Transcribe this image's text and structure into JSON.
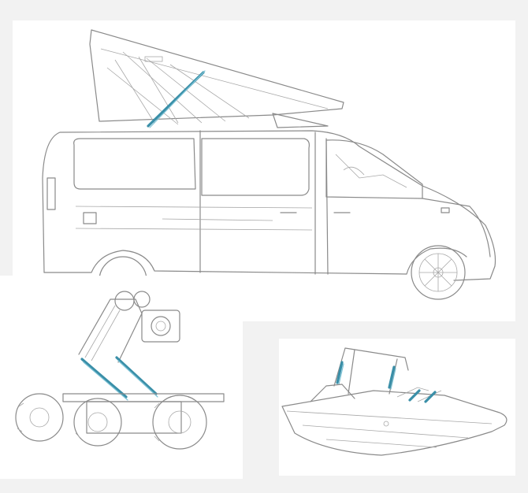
{
  "illustrations": [
    {
      "subject": "camper-van-with-pop-up-roof",
      "icon": "van-icon"
    },
    {
      "subject": "tracked-inspection-robot",
      "icon": "robot-icon"
    },
    {
      "subject": "wakeboard-boat-with-tower",
      "icon": "boat-icon"
    }
  ],
  "colors": {
    "background": "#f2f2f2",
    "panel": "#ffffff",
    "line": "#8a8a8a",
    "strut_accent": "#3a8fa8"
  }
}
